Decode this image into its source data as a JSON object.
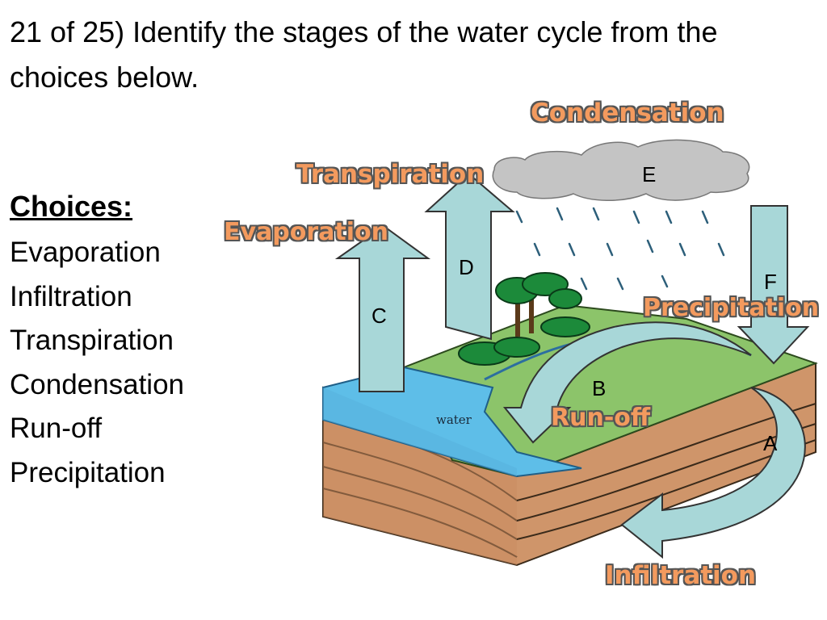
{
  "question": "21 of 25) Identify the stages of the water cycle from the choices below.",
  "choices": {
    "heading": "Choices:",
    "items": [
      "Evaporation",
      "Infiltration",
      "Transpiration",
      "Condensation",
      "Run-off",
      "Precipitation"
    ]
  },
  "diagram": {
    "labels": {
      "A": "A",
      "B": "B",
      "C": "C",
      "D": "D",
      "E": "E",
      "F": "F",
      "water": "water"
    },
    "answers": {
      "condensation": "Condensation",
      "transpiration": "Transpiration",
      "evaporation": "Evaporation",
      "precipitation": "Precipitation",
      "runoff": "Run-off",
      "infiltration": "Infiltration"
    },
    "colors": {
      "arrow_fill": "#a8d7d8",
      "water": "#5ebee8",
      "land": "#8cc46a",
      "soil": "#cf956a",
      "cloud": "#c4c4c4",
      "answer_text": "#f39a5e"
    }
  }
}
